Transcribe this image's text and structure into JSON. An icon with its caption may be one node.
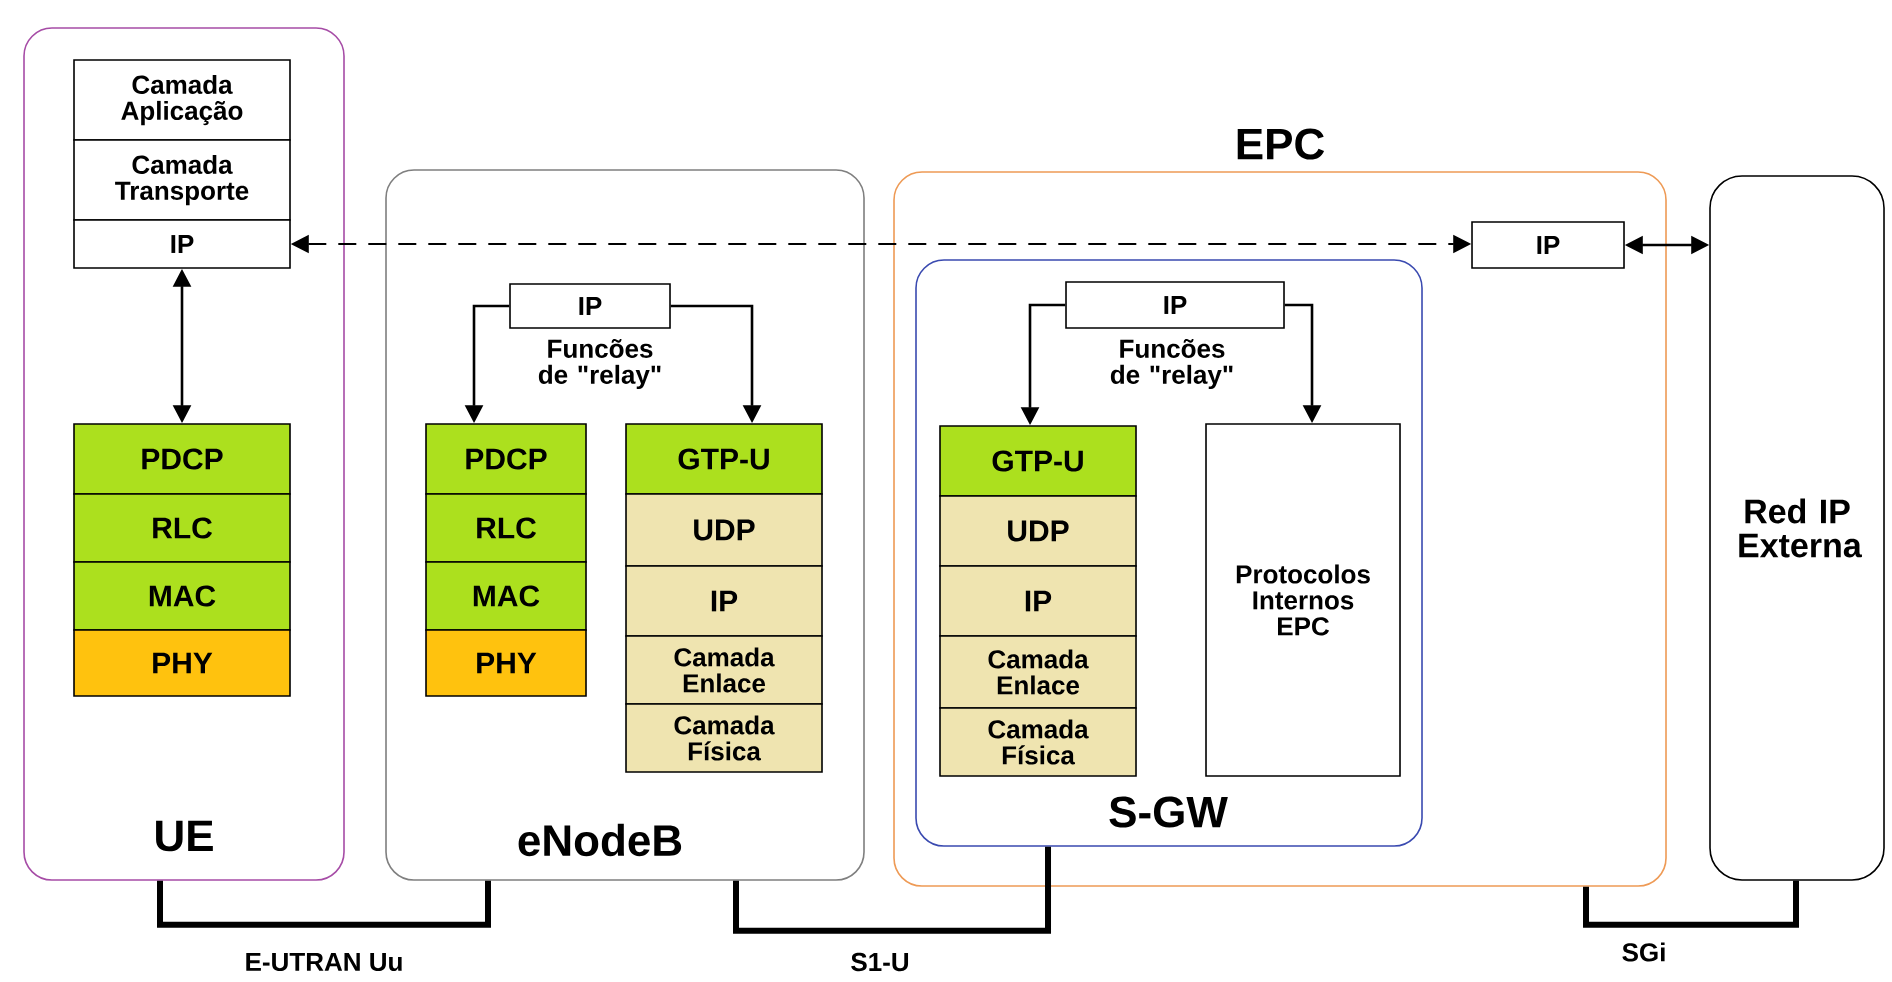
{
  "diagram": {
    "nodes": [
      {
        "text": [
          "UE"
        ]
      },
      {
        "text": [
          "Camada Aplicação"
        ],
        "in": 0
      },
      {
        "text": [
          "Camada Transporte"
        ],
        "in": 0
      },
      {
        "text": [
          "IP"
        ],
        "in": 0
      },
      {
        "text": [
          "PDCP"
        ],
        "in": 0
      },
      {
        "text": [
          "RLC"
        ],
        "in": 0
      },
      {
        "text": [
          "MAC"
        ],
        "in": 0
      },
      {
        "text": [
          "PHY"
        ],
        "in": 0
      },
      {
        "text": [
          "eNodeB"
        ]
      },
      {
        "text": [
          "IP"
        ],
        "in": 8,
        "beside": [
          "Funcões de \"relay\""
        ]
      },
      {
        "text": [
          "PDCP"
        ],
        "in": 8
      },
      {
        "text": [
          "RLC"
        ],
        "in": 8
      },
      {
        "text": [
          "MAC"
        ],
        "in": 8
      },
      {
        "text": [
          "PHY"
        ],
        "in": 8
      },
      {
        "text": [
          "GTP-U"
        ],
        "in": 8
      },
      {
        "text": [
          "UDP"
        ],
        "in": 8
      },
      {
        "text": [
          "IP"
        ],
        "in": 8
      },
      {
        "text": [
          "Camada Enlace"
        ],
        "in": 8
      },
      {
        "text": [
          "Camada Física"
        ],
        "in": 8
      },
      {
        "text": [
          "EPC"
        ]
      },
      {
        "text": [
          "IP"
        ],
        "in": 19
      },
      {
        "text": [
          "S-GW"
        ],
        "in": 19
      },
      {
        "text": [
          "IP"
        ],
        "in": 21,
        "beside": [
          "Funcões de \"relay\""
        ]
      },
      {
        "text": [
          "GTP-U"
        ],
        "in": 21
      },
      {
        "text": [
          "UDP"
        ],
        "in": 21
      },
      {
        "text": [
          "IP"
        ],
        "in": 21
      },
      {
        "text": [
          "Camada Enlace"
        ],
        "in": 21
      },
      {
        "text": [
          "Camada Física"
        ],
        "in": 21
      },
      {
        "text": [
          "Protocolos Internos EPC"
        ],
        "in": 21
      },
      {
        "text": [
          "Red IP Externa"
        ]
      }
    ],
    "edges": [
      {
        "from": 3,
        "to": 20,
        "arrow": "both",
        "style": "dashed"
      },
      {
        "from": 20,
        "to": 29,
        "arrow": "both"
      },
      {
        "from": 3,
        "to": 4,
        "arrow": "both"
      },
      {
        "from": 9,
        "to": 10,
        "arrow": "to"
      },
      {
        "from": 9,
        "to": 14,
        "arrow": "to"
      },
      {
        "from": 22,
        "to": 23,
        "arrow": "to"
      },
      {
        "from": 22,
        "to": 28,
        "arrow": "to"
      },
      {
        "from": 0,
        "to": 8,
        "arrow": "none",
        "style": "thick",
        "label": "E-UTRAN Uu"
      },
      {
        "from": 8,
        "to": 21,
        "arrow": "none",
        "style": "thick",
        "label": "S1-U"
      },
      {
        "from": 19,
        "to": 29,
        "arrow": "none",
        "style": "thick",
        "label": "SGi"
      }
    ]
  }
}
